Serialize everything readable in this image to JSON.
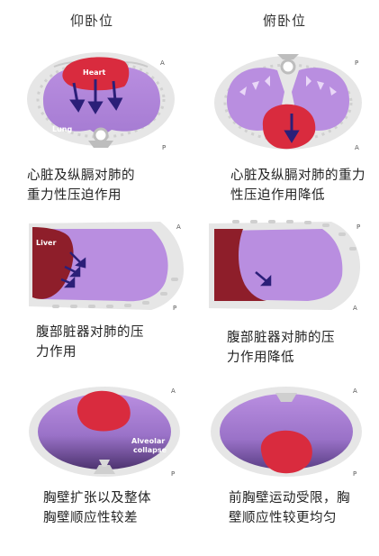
{
  "columns": {
    "left_title": "仰卧位",
    "right_title": "俯卧位"
  },
  "panels": {
    "p1": {
      "organ_label": "Heart",
      "lung_label": "Lung",
      "marker_top": "A",
      "marker_bottom": "P"
    },
    "p2": {
      "marker_top": "P",
      "marker_bottom": "A"
    },
    "p3": {
      "organ_label": "Liver",
      "marker_top": "A",
      "marker_bottom": "P"
    },
    "p4": {
      "marker_top": "P",
      "marker_bottom": "A"
    },
    "p5": {
      "collapse_label_1": "Alveolar",
      "collapse_label_2": "collapse",
      "marker_top": "A",
      "marker_bottom": "P"
    },
    "p6": {
      "marker_top": "A",
      "marker_bottom": "P"
    }
  },
  "captions": {
    "c1": [
      "心脏及纵膈对肺的",
      "重力性压迫作用"
    ],
    "c2": [
      "心脏及纵膈对肺的重力",
      "性压迫作用降低"
    ],
    "c3": [
      "腹部脏器对肺的压",
      "力作用"
    ],
    "c4": [
      "腹部脏器对肺的压",
      "力作用降低"
    ],
    "c5": [
      "胸壁扩张以及整体",
      "胸壁顺应性较差"
    ],
    "c6": [
      "前胸壁运动受限，胸",
      "壁顺应性较更均匀"
    ]
  },
  "colors": {
    "lung": "#b98ee0",
    "lung_dark": "#5b3f86",
    "heart": "#d92b3e",
    "liver": "#8e1e2a",
    "arrow": "#2b1f78",
    "chest": "#e6e6e6",
    "bone": "#bdbdbd"
  }
}
